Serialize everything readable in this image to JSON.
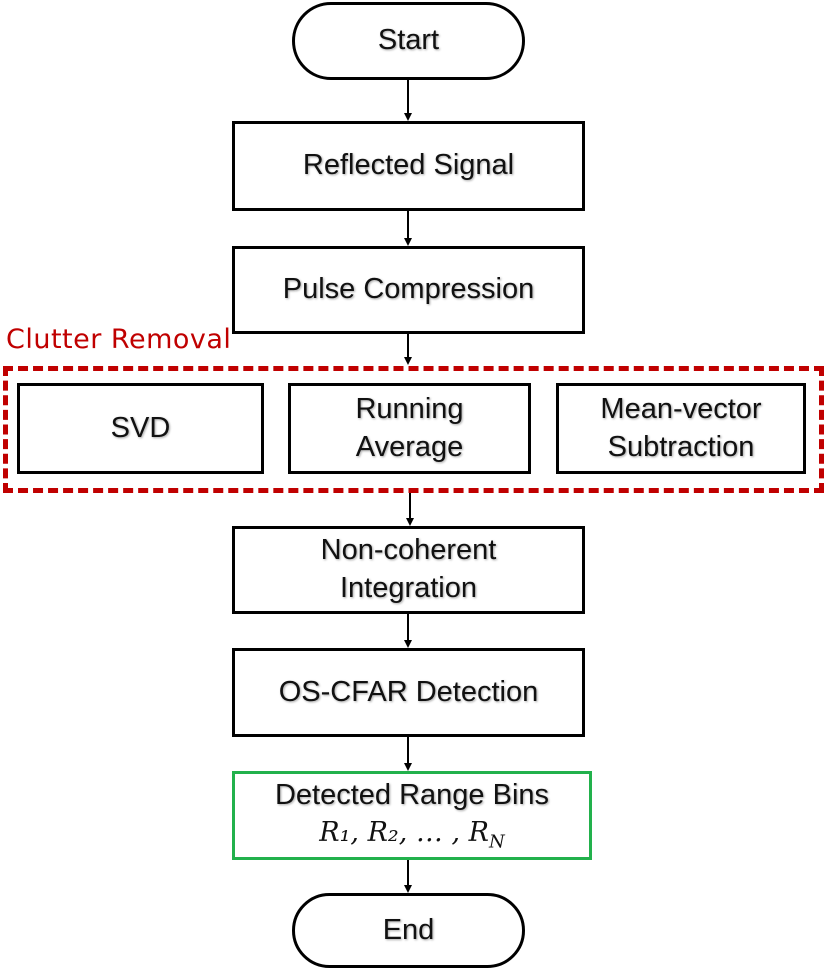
{
  "flowchart": {
    "start": "Start",
    "reflected_signal": "Reflected Signal",
    "pulse_compression": "Pulse Compression",
    "clutter_removal": {
      "label": "Clutter Removal",
      "svd": "SVD",
      "running_average": [
        "Running",
        "Average"
      ],
      "mean_vector_subtraction": [
        "Mean-vector",
        "Subtraction"
      ]
    },
    "non_coherent_integration": [
      "Non-coherent",
      "Integration"
    ],
    "os_cfar_detection": "OS-CFAR Detection",
    "detected_range_bins": {
      "title": "Detected Range Bins",
      "formula": "R₁, R₂, … , R_N"
    },
    "end": "End"
  },
  "colors": {
    "clutter_group": "#c00000",
    "result_box": "#22b14c",
    "box_border": "#000000"
  }
}
